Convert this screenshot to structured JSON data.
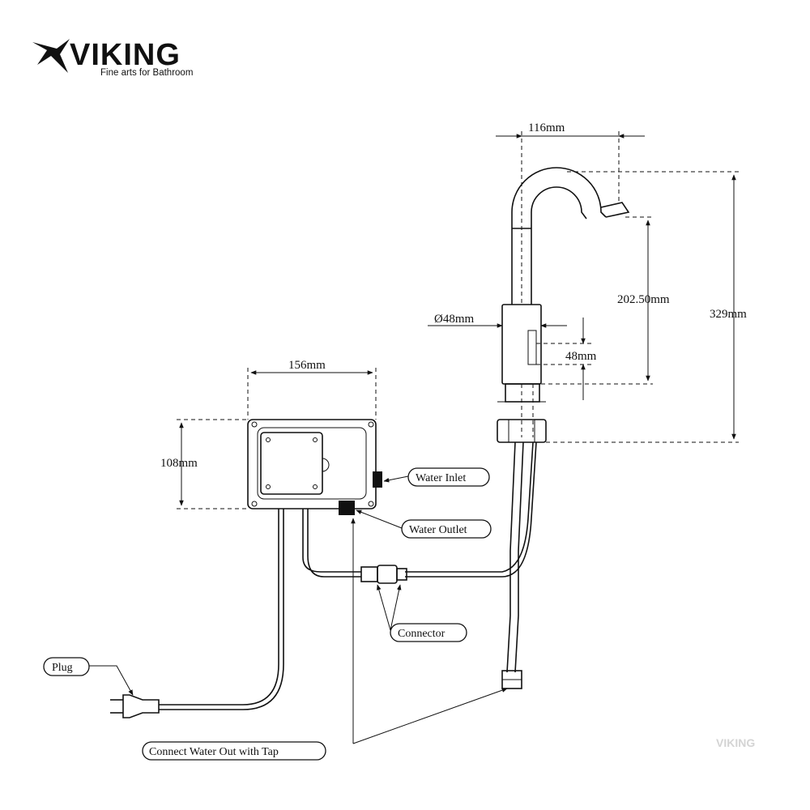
{
  "brand": {
    "name": "VIKING",
    "tagline": "Fine arts for Bathroom"
  },
  "dimensions": {
    "spout_reach": "116mm",
    "spout_height": "202.50mm",
    "total_height": "329mm",
    "body_diameter": "Ø48mm",
    "sensor_height": "48mm",
    "box_width": "156mm",
    "box_height": "108mm"
  },
  "labels": {
    "water_inlet": "Water Inlet",
    "water_outlet": "Water Outlet",
    "connector": "Connector",
    "plug": "Plug",
    "connect_water": "Connect Water Out with Tap"
  },
  "watermark": "VIKING"
}
